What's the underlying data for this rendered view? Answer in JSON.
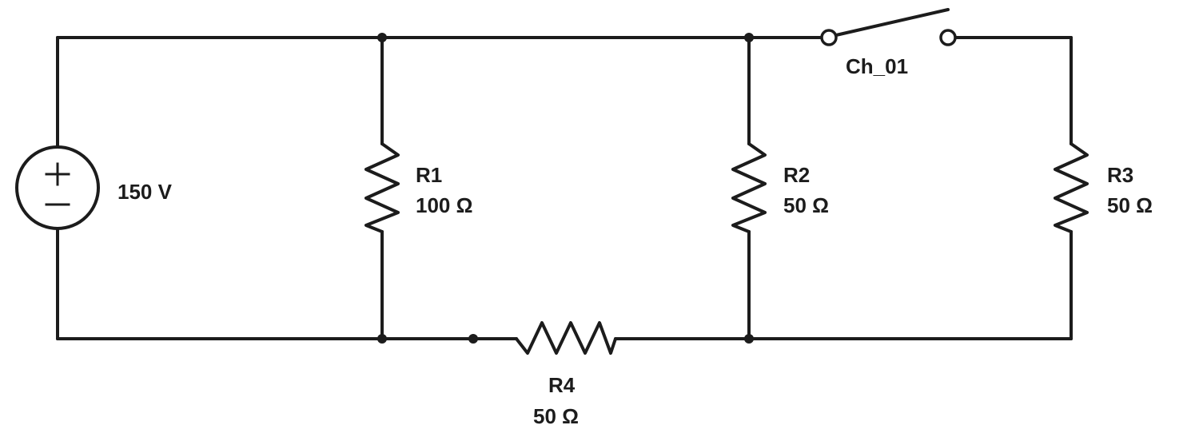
{
  "circuit": {
    "source": {
      "label": "150 V",
      "polarity_top": "+",
      "polarity_bottom": "−"
    },
    "switch": {
      "label": "Ch_01",
      "state": "open"
    },
    "resistors": [
      {
        "name": "R1",
        "value": "100 Ω"
      },
      {
        "name": "R2",
        "value": "50 Ω"
      },
      {
        "name": "R3",
        "value": "50 Ω"
      },
      {
        "name": "R4",
        "value": "50 Ω"
      }
    ],
    "colors": {
      "wire": "#1c1c1c",
      "background": "#ffffff"
    }
  }
}
